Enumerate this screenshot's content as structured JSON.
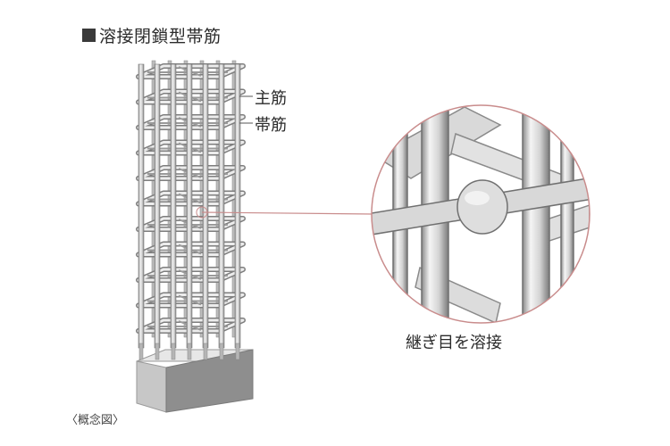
{
  "title": "溶接閉鎖型帯筋",
  "labels": {
    "main_rebar": "主筋",
    "hoop_rebar": "帯筋",
    "weld_caption": "継ぎ目を溶接",
    "note": "〈概念図〉"
  },
  "colors": {
    "rebar_light": "#eeeeee",
    "rebar_dark": "#8f8f8f",
    "circle_outline": "#c98c8c",
    "leader_line": "#c98c8c",
    "base_front": "#8e8e8e",
    "base_top": "#e6e6e6"
  }
}
